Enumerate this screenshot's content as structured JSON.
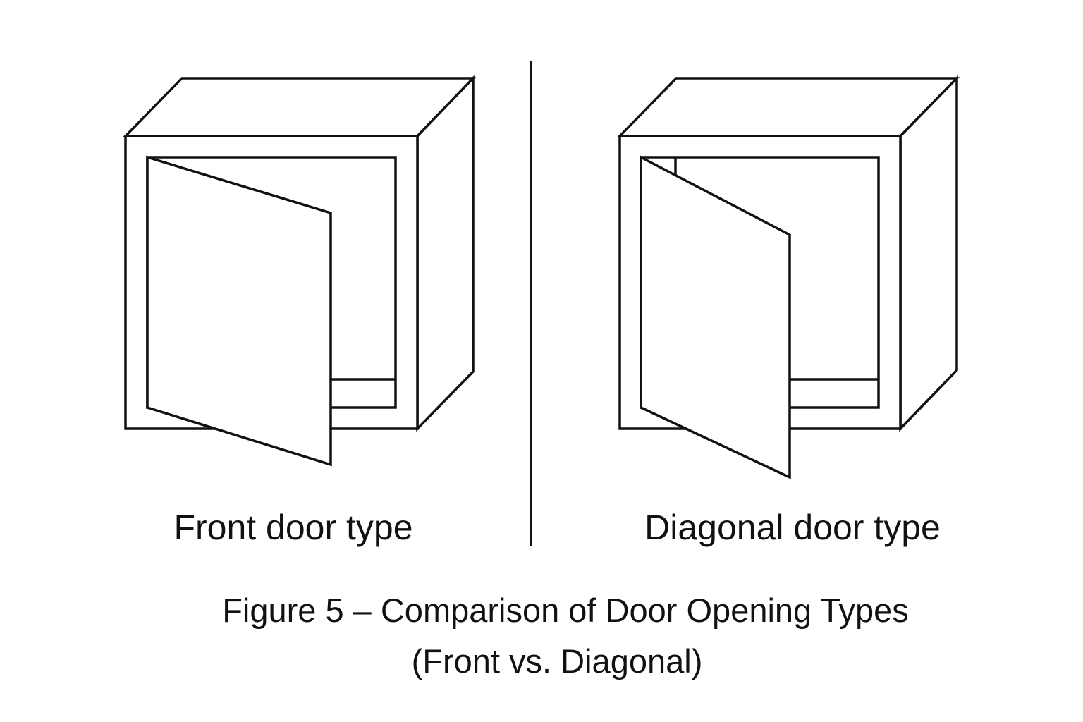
{
  "labels": {
    "left": "Front door type",
    "right": "Diagonal door type"
  },
  "caption": {
    "line1": "Figure 5 – Comparison of Door Opening Types",
    "line2": "(Front vs. Diagonal)"
  },
  "colors": {
    "stroke": "#111111",
    "background": "#ffffff"
  }
}
